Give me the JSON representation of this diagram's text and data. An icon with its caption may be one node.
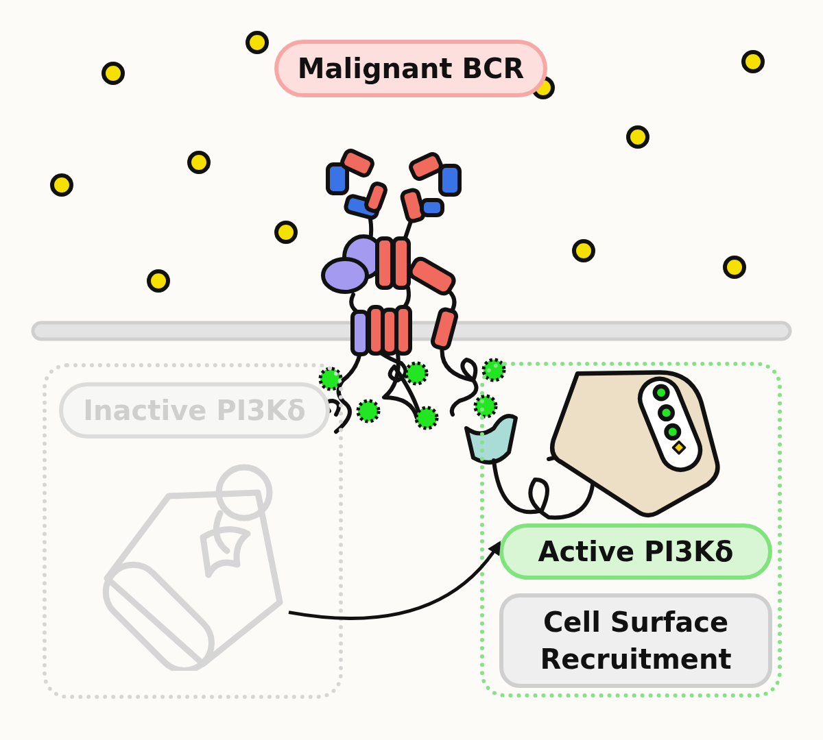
{
  "diagram": {
    "nodes": [
      {
        "text": [
          "Malignant BCR"
        ]
      },
      {
        "text": [],
        "shape": "box"
      },
      {
        "text": [
          "Inactive PI3Kδ"
        ],
        "in": 1
      },
      {
        "text": [],
        "shape": "picture",
        "in": 1
      },
      {
        "text": [],
        "shape": "box"
      },
      {
        "text": [],
        "shape": "picture",
        "in": 4
      },
      {
        "text": [
          "Active PI3Kδ"
        ],
        "in": 4
      },
      {
        "text": [
          "Cell Surface Recruitment"
        ],
        "in": 4
      }
    ],
    "edges": [
      {
        "from": 3,
        "to": 6,
        "arrow": "to"
      }
    ]
  }
}
